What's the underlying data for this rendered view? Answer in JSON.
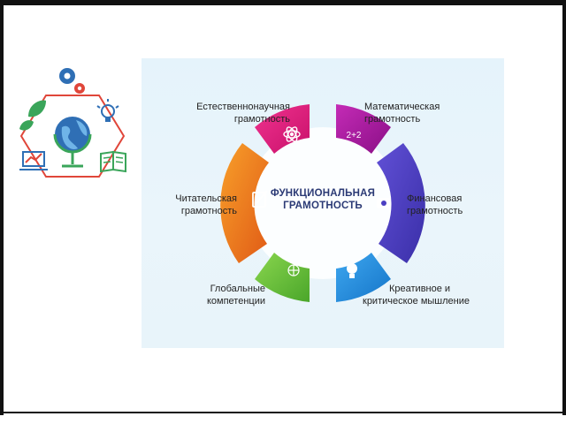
{
  "infographic": {
    "title_line1": "ФУНКЦИОНАЛЬНАЯ",
    "title_line2": "ГРАМОТНОСТЬ",
    "segments": [
      {
        "id": "science",
        "line1": "Естественнонаучная",
        "line2": "грамотность",
        "color": "#e0147a",
        "icon": "atom-icon"
      },
      {
        "id": "math",
        "line1": "Математическая",
        "line2": "грамотность",
        "color": "#a3169b",
        "icon": "math-2plus2",
        "icon_text": "2+2"
      },
      {
        "id": "finance",
        "line1": "Финансовая",
        "line2": "грамотность",
        "color": "#4b3fc2",
        "icon": "money-icon"
      },
      {
        "id": "creative",
        "line1": "Креативное и",
        "line2": "критическое мышление",
        "color": "#1e8fe0",
        "icon": "lightbulb-icon"
      },
      {
        "id": "global",
        "line1": "Глобальные",
        "line2": "компетенции",
        "color": "#6cc43a",
        "icon": "globe-network-icon"
      },
      {
        "id": "reading",
        "line1": "Читательская",
        "line2": "грамотность",
        "color": "#f07a1e",
        "icon": "pencil-note-icon"
      }
    ]
  },
  "logo": {
    "icons": [
      "gears-icon",
      "leaf-icon",
      "globe-icon",
      "lightbulb-icon",
      "chart-icon",
      "book-icon"
    ],
    "colors": {
      "primary": "#2f6fb5",
      "accent": "#e0463a",
      "green": "#3aa55a"
    }
  }
}
